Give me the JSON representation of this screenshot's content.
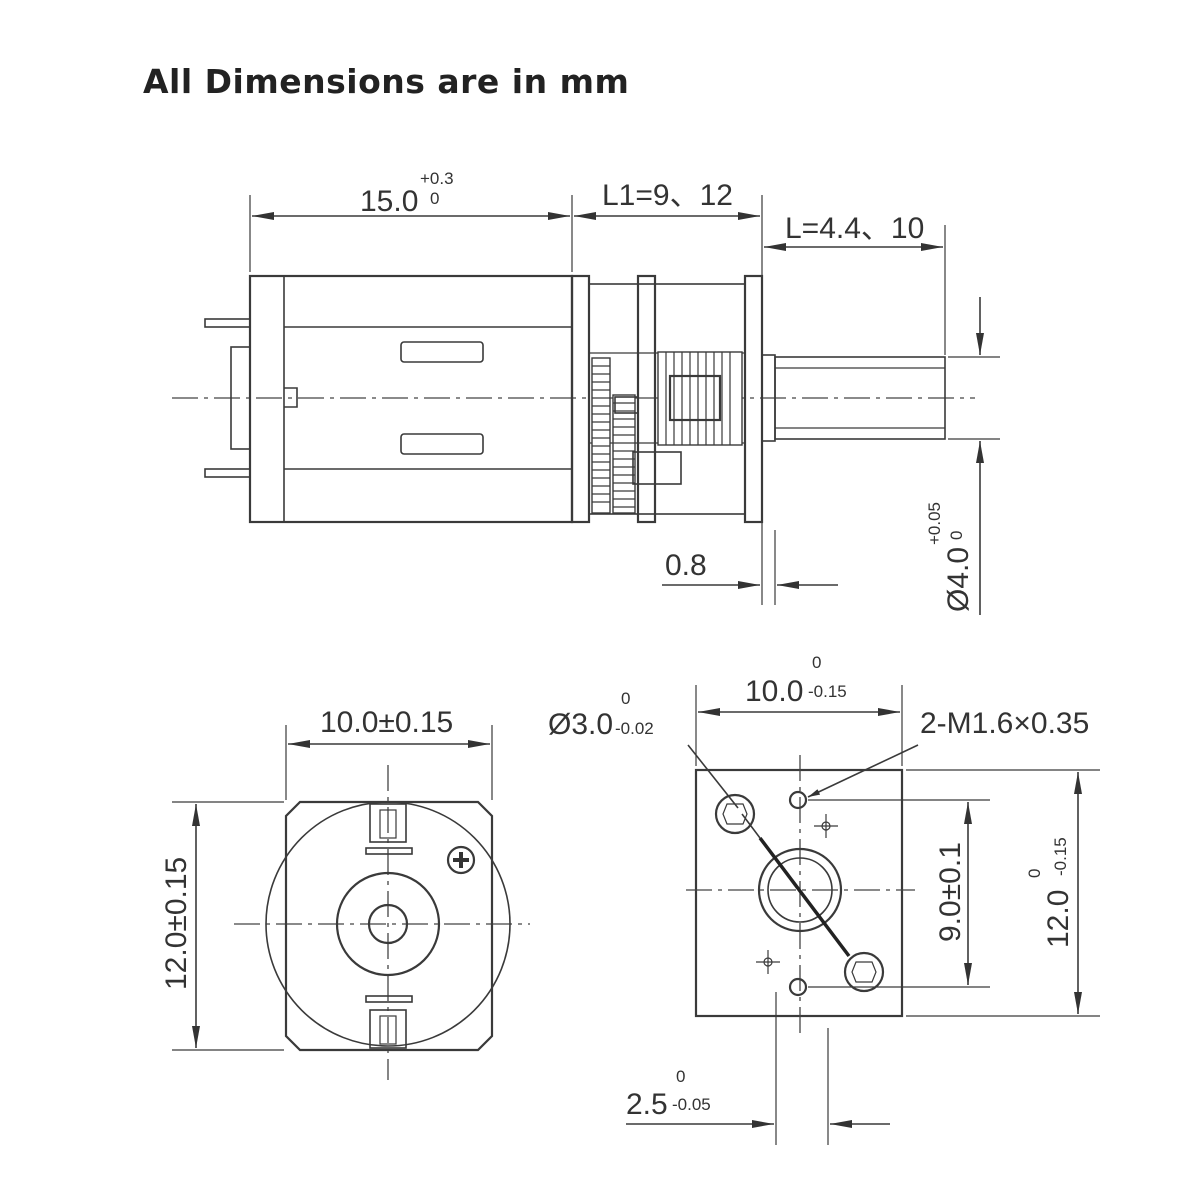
{
  "title": "All Dimensions are in mm",
  "side_view": {
    "motor_length": "15.0",
    "motor_length_tol_upper": "+0.3",
    "motor_length_tol_lower": "0",
    "gearbox_length": "L1=9、12",
    "shaft_length": "L=4.4、10",
    "flange": "0.8",
    "shaft_dia": "Ø4.0",
    "shaft_dia_tol_upper": "+0.05",
    "shaft_dia_tol_lower": "0"
  },
  "rear_view": {
    "width": "10.0±0.15",
    "height": "12.0±0.15"
  },
  "front_view": {
    "width": "10.0",
    "width_tol_upper": "0",
    "width_tol_lower": "-0.15",
    "boss_dia": "Ø3.0",
    "boss_tol_upper": "0",
    "boss_tol_lower": "-0.02",
    "thread": "2-M1.6×0.35",
    "hole_spacing": "9.0±0.1",
    "height": "12.0",
    "height_tol_upper": "0",
    "height_tol_lower": "-0.15",
    "offset": "2.5",
    "offset_tol_upper": "0",
    "offset_tol_lower": "-0.05"
  }
}
